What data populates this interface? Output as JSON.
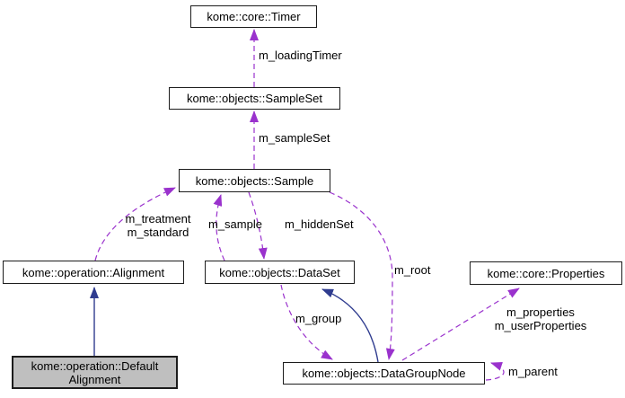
{
  "diagram": {
    "type": "doxygen-collaboration-graph",
    "background": "#ffffff",
    "colors": {
      "usage_edge": "#9a32cd",
      "inheritance_edge": "#2f3c8f",
      "node_fill": "#ffffff",
      "node_border": "#1c1c1c",
      "focus_node_fill": "#bfbfbf"
    },
    "nodes": {
      "timer": {
        "label": "kome::core::Timer"
      },
      "sample_set": {
        "label": "kome::objects::SampleSet"
      },
      "sample": {
        "label": "kome::objects::Sample"
      },
      "alignment": {
        "label": "kome::operation::Alignment"
      },
      "data_set": {
        "label": "kome::objects::DataSet"
      },
      "properties": {
        "label": "kome::core::Properties"
      },
      "default_alignment": {
        "label": "kome::operation::Default\nAlignment"
      },
      "data_group_node": {
        "label": "kome::objects::DataGroupNode"
      }
    },
    "edge_labels": {
      "loading_timer": "m_loadingTimer",
      "sample_set": "m_sampleSet",
      "treatment_standard": "m_treatment\nm_standard",
      "sample": "m_sample",
      "hidden_set": "m_hiddenSet",
      "root": "m_root",
      "group": "m_group",
      "properties": "m_properties\nm_userProperties",
      "parent": "m_parent"
    },
    "edges": [
      {
        "from": "sample_set",
        "to": "timer",
        "label": "m_loadingTimer",
        "kind": "usage"
      },
      {
        "from": "sample",
        "to": "sample_set",
        "label": "m_sampleSet",
        "kind": "usage"
      },
      {
        "from": "alignment",
        "to": "sample",
        "label": "m_treatment m_standard",
        "kind": "usage"
      },
      {
        "from": "data_set",
        "to": "sample",
        "label": "m_sample",
        "kind": "usage"
      },
      {
        "from": "sample",
        "to": "data_set",
        "label": "m_hiddenSet",
        "kind": "usage"
      },
      {
        "from": "sample",
        "to": "data_group_node",
        "label": "m_root",
        "kind": "usage"
      },
      {
        "from": "data_set",
        "to": "data_group_node",
        "label": "m_group",
        "kind": "usage"
      },
      {
        "from": "data_group_node",
        "to": "properties",
        "label": "m_properties m_userProperties",
        "kind": "usage"
      },
      {
        "from": "data_group_node",
        "to": "data_group_node",
        "label": "m_parent",
        "kind": "usage"
      },
      {
        "from": "default_alignment",
        "to": "alignment",
        "label": "",
        "kind": "inheritance"
      },
      {
        "from": "data_group_node",
        "to": "data_set",
        "label": "",
        "kind": "inheritance"
      }
    ]
  }
}
